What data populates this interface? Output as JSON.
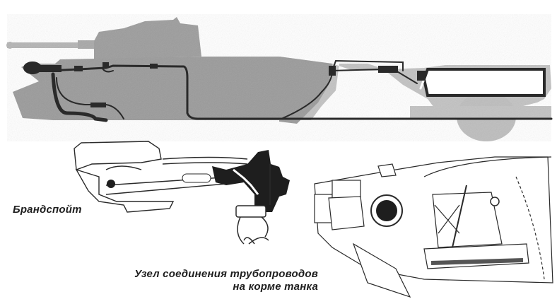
{
  "figure": {
    "panels": [
      {
        "id": "tank-side-view",
        "description": "Side silhouette of tank with fire-extinguishing pipeline routing"
      },
      {
        "id": "fire-nozzle-detail",
        "caption": "Брандспойт"
      },
      {
        "id": "stern-pipe-junction-detail",
        "caption_line1": "Узел соединения трубопроводов",
        "caption_line2": "на корме танка"
      }
    ],
    "colors": {
      "hull_fill": "#9a9a9a",
      "hull_light": "#c4c4c4",
      "pipe": "#2a2a2a",
      "ink": "#1e1e1e",
      "background": "#ffffff"
    }
  }
}
